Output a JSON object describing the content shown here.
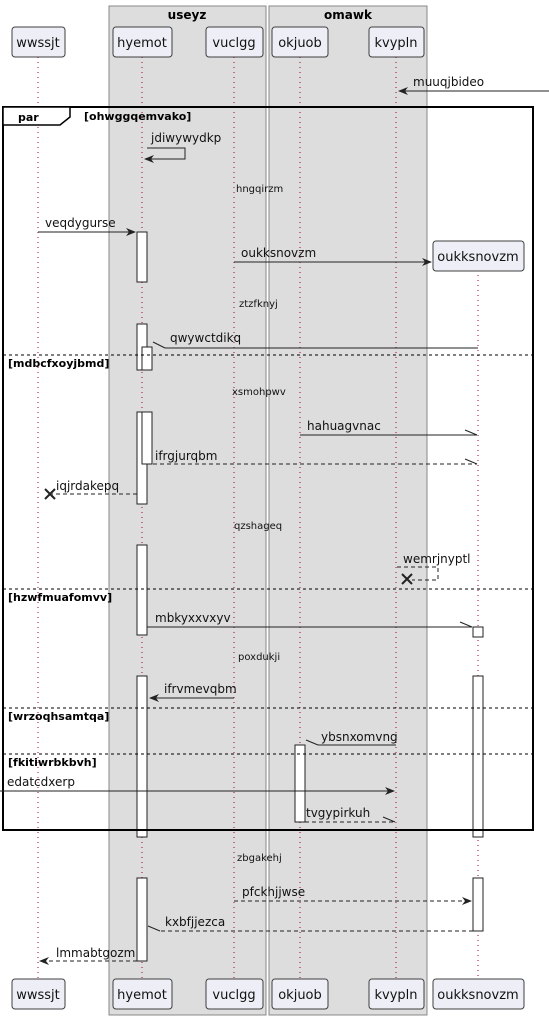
{
  "participants": [
    "wwssjt",
    "hyemot",
    "vuclgg",
    "okjuob",
    "kvypln",
    "oukksnovzm"
  ],
  "groups": [
    "useyz",
    "omawk"
  ],
  "messages": [
    "muuqjbideo",
    "jdiwywydkp",
    "veqdygurse",
    "oukksnovzm",
    "qwywctdikq",
    "hahuagvnac",
    "ifrgjurqbm",
    "iqjrdakepq",
    "wemrjnyptl",
    "mbkyxxvxyv",
    "ifrvmevqbm",
    "ybsnxomvng",
    "edatcdxerp",
    "tvgypirkuh",
    "pfckhjjwse",
    "kxbfjjezca",
    "lmmabtgozm"
  ],
  "dividers": [
    "hngqirzm",
    "ztzfknyj",
    "xsmohpwv",
    "qzshageq",
    "poxdukji",
    "zbgakehj"
  ],
  "fragment": {
    "keyword": "par",
    "condition": "[ohwggqemvako]",
    "sections": [
      "[mdbcfxoyjbmd]",
      "[hzwfmuafomvv]",
      "[wrzoqhsamtqa]",
      "[fkitiwrbkbvh]"
    ]
  }
}
